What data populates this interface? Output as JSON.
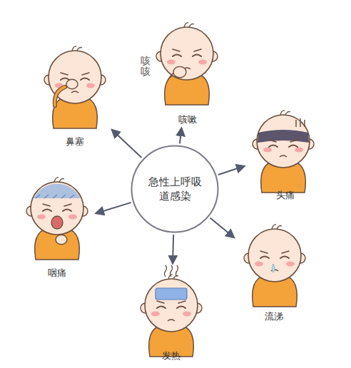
{
  "diagram": {
    "nodes": [
      {
        "text": [
          "急性上呼吸道感染"
        ]
      },
      {
        "text": [
          "咳嗽"
        ]
      },
      {
        "text": [
          "鼻塞"
        ]
      },
      {
        "text": [
          "头痛"
        ]
      },
      {
        "text": [
          "咽痛"
        ]
      },
      {
        "text": [
          "流涕"
        ]
      },
      {
        "text": [
          "发热"
        ]
      }
    ],
    "edges": [
      {
        "from": 0,
        "to": 1,
        "arrow": "to"
      },
      {
        "from": 0,
        "to": 2,
        "arrow": "to"
      },
      {
        "from": 0,
        "to": 3,
        "arrow": "to"
      },
      {
        "from": 0,
        "to": 4,
        "arrow": "to"
      },
      {
        "from": 0,
        "to": 5,
        "arrow": "to"
      },
      {
        "from": 0,
        "to": 6,
        "arrow": "to"
      }
    ],
    "labels": [
      "咳咳"
    ]
  }
}
